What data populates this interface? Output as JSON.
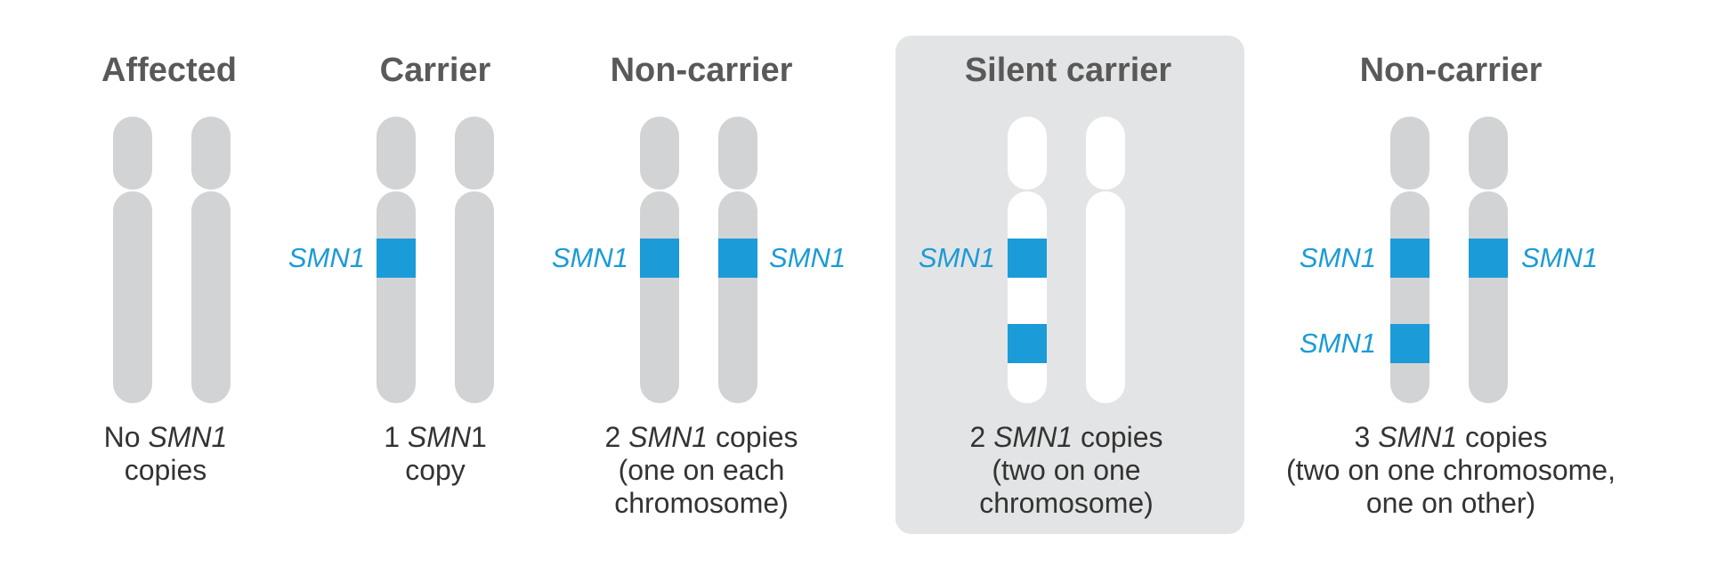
{
  "colors": {
    "chromosome_gray": "#d1d3d4",
    "chromosome_white": "#ffffff",
    "smn1_blue": "#1b9bd7",
    "title_gray": "#595959",
    "caption_dark": "#333333",
    "highlight_panel": "#e3e4e5"
  },
  "gene_label": "SMN1",
  "groups": [
    {
      "title": "Affected",
      "caption": [
        [
          {
            "t": "No "
          },
          {
            "t": "SMN1",
            "italic": true
          }
        ],
        [
          {
            "t": "copies"
          }
        ]
      ]
    },
    {
      "title": "Carrier",
      "caption": [
        [
          {
            "t": "1 "
          },
          {
            "t": "SMN",
            "italic": true
          },
          {
            "t": "1"
          }
        ],
        [
          {
            "t": "copy"
          }
        ]
      ]
    },
    {
      "title": "Non-carrier",
      "caption": [
        [
          {
            "t": "2 "
          },
          {
            "t": "SMN1",
            "italic": true
          },
          {
            "t": " copies"
          }
        ],
        [
          {
            "t": "(one on each"
          }
        ],
        [
          {
            "t": "chromosome)"
          }
        ]
      ]
    },
    {
      "title": "Silent carrier",
      "highlighted": true,
      "caption": [
        [
          {
            "t": "2 "
          },
          {
            "t": "SMN1",
            "italic": true
          },
          {
            "t": " copies"
          }
        ],
        [
          {
            "t": "(two on one"
          }
        ],
        [
          {
            "t": "chromosome)"
          }
        ]
      ]
    },
    {
      "title": "Non-carrier",
      "caption": [
        [
          {
            "t": "3 "
          },
          {
            "t": "SMN1",
            "italic": true
          },
          {
            "t": " copies"
          }
        ],
        [
          {
            "t": "(two on one chromosome,"
          }
        ],
        [
          {
            "t": "one on other)"
          }
        ]
      ]
    }
  ]
}
